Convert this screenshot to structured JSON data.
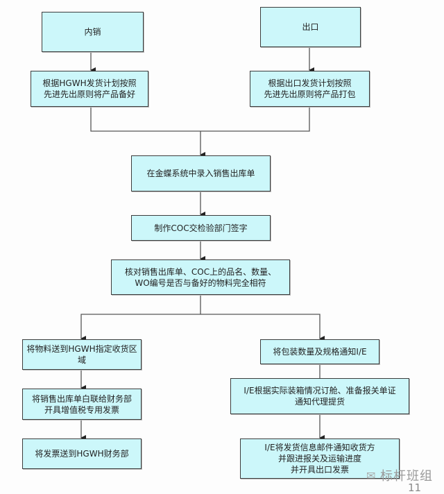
{
  "diagram": {
    "type": "flowchart",
    "nodes": {
      "domestic": "内销",
      "export": "出口",
      "domestic_prepare": "根据HGWH发货计划按照\n先进先出原则将产品备好",
      "export_pack": "根据出口发货计划按照\n先进先出原则将产品打包",
      "kingdee_entry": "在金蝶系统中录入销售出库单",
      "coc_sign": "制作COC交检验部门签字",
      "verify": "核对销售出库单、COC上的品名、数量、\nWO编号是否与备好的物料完全相符",
      "deliver_hgwh": "将物料送到HGWH指定收货区域",
      "white_copy_finance": "将销售出库单白联给财务部\n开具增值税专用发票",
      "invoice_to_hgwh": "将发票送到HGWH财务部",
      "notify_ie": "将包装数量及规格通知I/E",
      "ie_booking": "I/E根据实际装箱情况订舱、准备报关单证\n通知代理提货",
      "ie_email": "I/E将发货信息邮件通知收货方\n并跟进报关及运输进度\n并开具出口发票"
    },
    "edges": [
      [
        "domestic",
        "domestic_prepare"
      ],
      [
        "export",
        "export_pack"
      ],
      [
        "domestic_prepare",
        "kingdee_entry"
      ],
      [
        "export_pack",
        "kingdee_entry"
      ],
      [
        "kingdee_entry",
        "coc_sign"
      ],
      [
        "coc_sign",
        "verify"
      ],
      [
        "verify",
        "deliver_hgwh"
      ],
      [
        "verify",
        "notify_ie"
      ],
      [
        "deliver_hgwh",
        "white_copy_finance"
      ],
      [
        "white_copy_finance",
        "invoice_to_hgwh"
      ],
      [
        "notify_ie",
        "ie_booking"
      ],
      [
        "ie_booking",
        "ie_email"
      ]
    ],
    "colors": {
      "node_fill": "#ccf7fa",
      "node_border": "#3c3c3c",
      "line": "#444444"
    }
  },
  "watermark": {
    "text": "标杆班组",
    "page_number": "11"
  }
}
